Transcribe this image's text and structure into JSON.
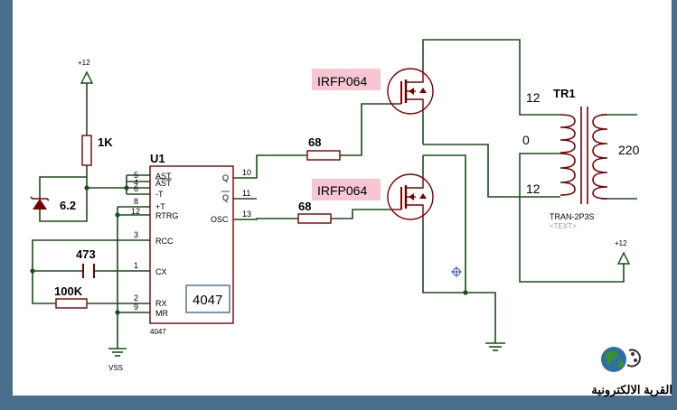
{
  "components": {
    "supply_top": "+12",
    "supply_right": "+12",
    "r_pullup": "1K",
    "zener": "6.2",
    "u1_ref": "U1",
    "u1_part": "4047",
    "u1_footer": "4047",
    "vss": "VSS",
    "cap": "473",
    "r_timing": "100K",
    "r_gate_top": "68",
    "r_gate_bottom": "68",
    "mosfet_top": "IRFP064",
    "mosfet_bottom": "IRFP064",
    "transformer_ref": "TR1",
    "transformer_part": "TRAN-2P3S",
    "transformer_text": "<TEXT>",
    "tap_top": "12",
    "tap_center": "0",
    "tap_bottom": "12",
    "secondary": "220"
  },
  "u1_pins_left": [
    {
      "num": "5",
      "name": "AST"
    },
    {
      "num": "4",
      "name": "AST"
    },
    {
      "num": "6",
      "name": "-T"
    },
    {
      "num": "8",
      "name": "+T"
    },
    {
      "num": "12",
      "name": "RTRG"
    },
    {
      "num": "3",
      "name": "RCC"
    },
    {
      "num": "1",
      "name": "CX"
    },
    {
      "num": "2",
      "name": "RX"
    },
    {
      "num": "9",
      "name": "MR"
    }
  ],
  "u1_pins_right": [
    {
      "num": "10",
      "name": "Q"
    },
    {
      "num": "11",
      "name": "Q"
    },
    {
      "num": "13",
      "name": "OSC"
    }
  ],
  "logo_text": "القرية الالكترونية",
  "colors": {
    "background": "#ffffff",
    "frame": "#4a6d8c",
    "wire": "#1a4d1a",
    "component": "#7a0000",
    "label_highlight": "#f6c7d3"
  }
}
